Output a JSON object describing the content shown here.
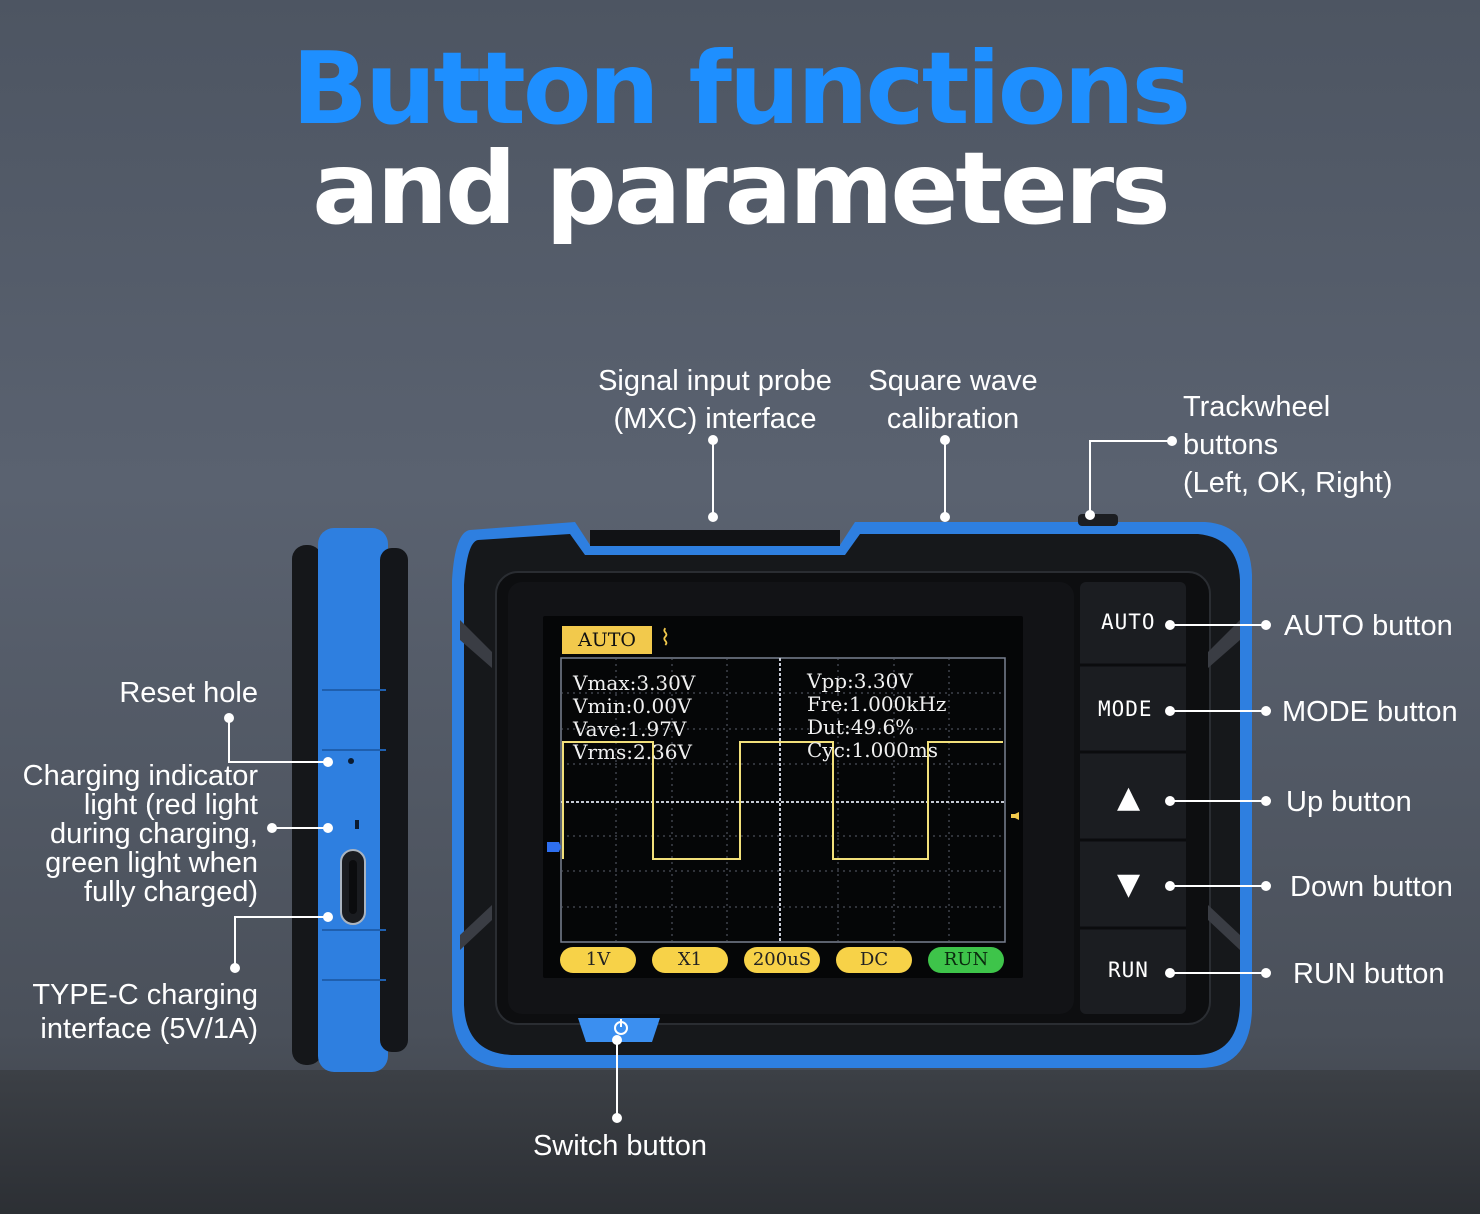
{
  "headline": {
    "line1": "Button functions",
    "line2": "and parameters"
  },
  "colors": {
    "accent": "#1e8fff",
    "device_blue": "#2e7fe0",
    "screen_yellow": "#f2c94c",
    "run_green": "#3ec44a"
  },
  "callouts": {
    "signal_probe": [
      "Signal input probe",
      "(MXC) interface"
    ],
    "square_wave": [
      "Square wave",
      "calibration"
    ],
    "trackwheel": [
      "Trackwheel",
      "buttons",
      "(Left, OK, Right)"
    ],
    "reset_hole": "Reset hole",
    "charging_light": [
      "Charging indicator",
      "light (red light",
      "during charging,",
      "green light when",
      "fully charged)"
    ],
    "type_c": [
      "TYPE-C charging",
      "interface (5V/1A)"
    ],
    "switch": "Switch button",
    "auto_btn": "AUTO button",
    "mode_btn": "MODE button",
    "up_btn": "Up button",
    "down_btn": "Down button",
    "run_btn": "RUN button"
  },
  "device_buttons": {
    "auto": "AUTO",
    "mode": "MODE",
    "run": "RUN",
    "up_icon": "triangle-up-icon",
    "down_icon": "triangle-down-icon",
    "power_icon": "power-icon"
  },
  "screen": {
    "mode": "AUTO",
    "left_readouts": [
      "Vmax:3.30V",
      "Vmin:0.00V",
      "Vave:1.97V",
      "Vrms:2.36V"
    ],
    "right_readouts": [
      "Vpp:3.30V",
      "Fre:1.000kHz",
      "Dut:49.6%",
      "Cyc:1.000ms"
    ],
    "status_pills": [
      "1V",
      "X1",
      "200uS",
      "DC",
      "RUN"
    ]
  }
}
